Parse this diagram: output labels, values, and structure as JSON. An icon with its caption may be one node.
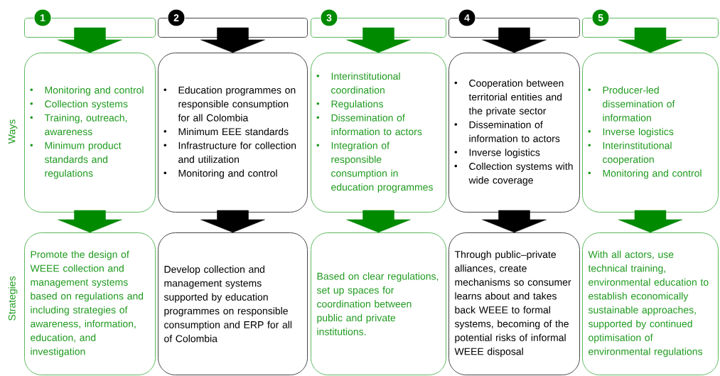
{
  "diagram": {
    "nodes": [
      {
        "text": [
          "1"
        ]
      },
      {
        "text": [
          "2"
        ]
      },
      {
        "text": [
          "3"
        ]
      },
      {
        "text": [
          "4"
        ]
      },
      {
        "text": [
          "5"
        ]
      },
      {
        "text": [
          "Monitoring and control",
          "Collection systems",
          "Training, outreach, awareness",
          "Minimum product standards and regulations"
        ]
      },
      {
        "text": [
          "Education programmes on responsible consumption for all Colombia",
          "Minimum EEE standards",
          "Infrastructure for collection and utilization",
          "Monitoring and control"
        ]
      },
      {
        "text": [
          "Interinstitutional coordination",
          "Regulations",
          "Dissemination of information to actors",
          "Integration of responsible consumption in education programmes"
        ]
      },
      {
        "text": [
          "Cooperation between territorial entities and the private sector",
          "Dissemination of information to actors",
          "Inverse logistics",
          "Collection systems with wide coverage"
        ]
      },
      {
        "text": [
          "Producer-led dissemination of information",
          "Inverse logistics",
          "Interinstitutional cooperation",
          "Monitoring and control"
        ]
      },
      {
        "text": [
          "Promote the design of WEEE collection and management systems based on regulations and including strategies of awareness, information, education, and investigation"
        ]
      },
      {
        "text": [
          "Develop collection and management systems supported by education programmes on responsible consumption and ERP for all of Colombia"
        ]
      },
      {
        "text": [
          "Based on clear regulations, set up spaces for coordination between public and private institutions."
        ]
      },
      {
        "text": [
          "Through public–private alliances, create mechanisms so consumer learns about and takes back WEEE to formal systems, becoming of the potential risks of informal WEEE disposal"
        ]
      },
      {
        "text": [
          "With all actors, use technical training, environmental education to establish economically sustainable approaches, supported by continued optimisation of environmental regulations"
        ]
      }
    ],
    "edges": [
      {
        "from": 0,
        "to": 5,
        "arrow": "to"
      },
      {
        "from": 5,
        "to": 10,
        "arrow": "to"
      },
      {
        "from": 1,
        "to": 6,
        "arrow": "to",
        "color": "#000000"
      },
      {
        "from": 6,
        "to": 11,
        "arrow": "to",
        "color": "#000000"
      },
      {
        "from": 2,
        "to": 7,
        "arrow": "to"
      },
      {
        "from": 7,
        "to": 12,
        "arrow": "to"
      },
      {
        "from": 3,
        "to": 8,
        "arrow": "to",
        "color": "#000000"
      },
      {
        "from": 8,
        "to": 13,
        "arrow": "to",
        "color": "#000000"
      },
      {
        "from": 4,
        "to": 9,
        "arrow": "to"
      },
      {
        "from": 9,
        "to": 14,
        "arrow": "to"
      }
    ],
    "labels": [
      "Ways",
      "Strategies"
    ]
  }
}
